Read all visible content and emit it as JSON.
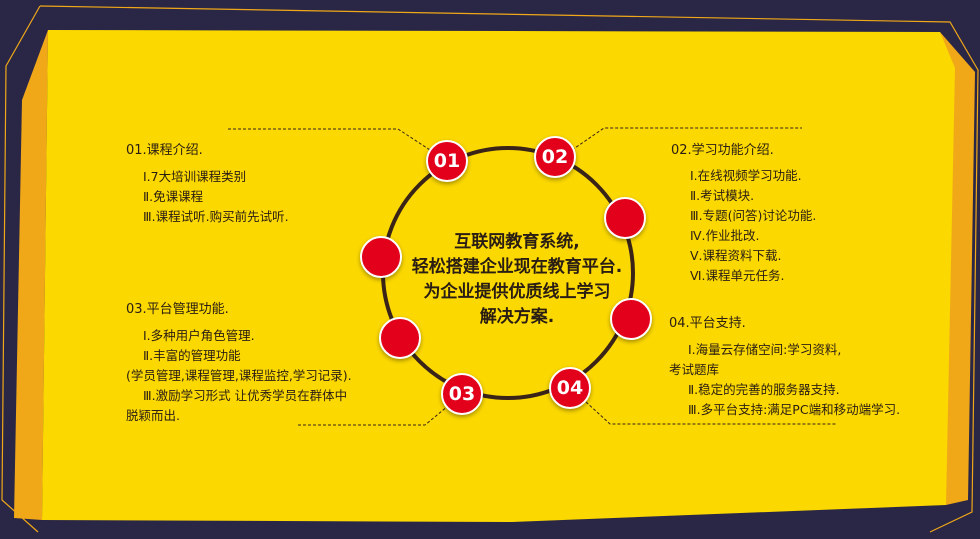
{
  "colors": {
    "background": "#2a2646",
    "panel": "#fbd800",
    "panel_shadow": "#f0a818",
    "badge": "#e3001a",
    "ring": "#3a2418"
  },
  "center": {
    "line1": "互联网教育系统,",
    "line2": "轻松搭建企业现在教育平台.",
    "line3": "为企业提供优质线上学习",
    "line4": "解决方案."
  },
  "badges": {
    "b01": "01",
    "b02": "02",
    "b03": "03",
    "b04": "04"
  },
  "section01": {
    "title": "01.课程介绍.",
    "items": [
      "Ⅰ.7大培训课程类别",
      "Ⅱ.免课课程",
      "Ⅲ.课程试听.购买前先试听."
    ]
  },
  "section02": {
    "title": "02.学习功能介绍.",
    "items": [
      "Ⅰ.在线视频学习功能.",
      "Ⅱ.考试模块.",
      "Ⅲ.专题(问答)讨论功能.",
      "Ⅳ.作业批改.",
      "Ⅴ.课程资料下载.",
      "Ⅵ.课程单元任务."
    ]
  },
  "section03": {
    "title": "03.平台管理功能.",
    "items": [
      "Ⅰ.多种用户角色管理.",
      "Ⅱ.丰富的管理功能",
      "(学员管理,课程管理,课程监控,学习记录).",
      "Ⅲ.激励学习形式 让优秀学员在群体中",
      "脱颖而出."
    ]
  },
  "section04": {
    "title": "04.平台支持.",
    "items": [
      "Ⅰ.海量云存储空间:学习资料,",
      "考试题库",
      "Ⅱ.稳定的完善的服务器支持.",
      "Ⅲ.多平台支持:满足PC端和移动端学习."
    ]
  }
}
